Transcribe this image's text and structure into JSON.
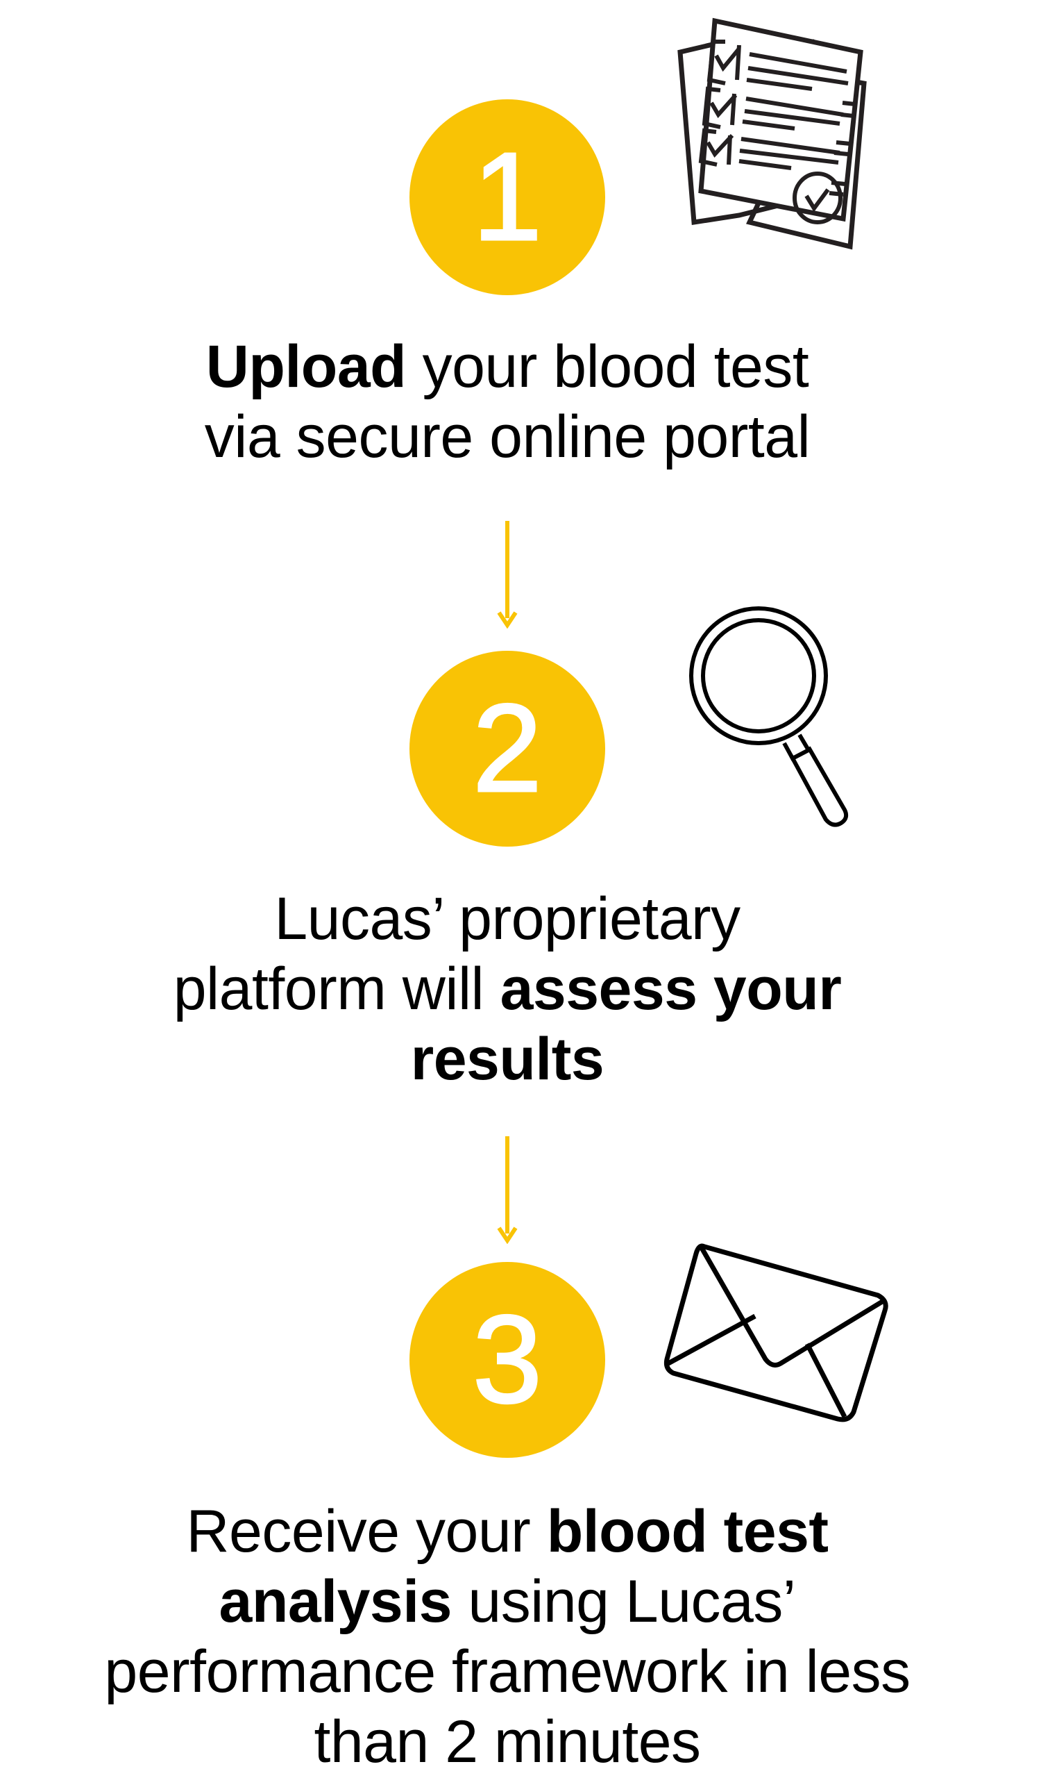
{
  "accent_color": "#F9C305",
  "steps": [
    {
      "number": "1",
      "icon": "documents-checklist-icon",
      "text": {
        "bold1": "Upload",
        "rest1": " your blood test",
        "line2": "via secure online portal"
      }
    },
    {
      "number": "2",
      "icon": "magnifying-glass-icon",
      "text": {
        "line1": "Lucas’ proprietary",
        "line2a": "platform will ",
        "line2b": "assess your",
        "line3": "results"
      }
    },
    {
      "number": "3",
      "icon": "envelope-icon",
      "text": {
        "line1a": "Receive your ",
        "line1b": "blood test",
        "line2a": "analysis",
        "line2b": " using Lucas’",
        "line3": "performance framework in less",
        "line4": "than 2 minutes"
      }
    }
  ]
}
